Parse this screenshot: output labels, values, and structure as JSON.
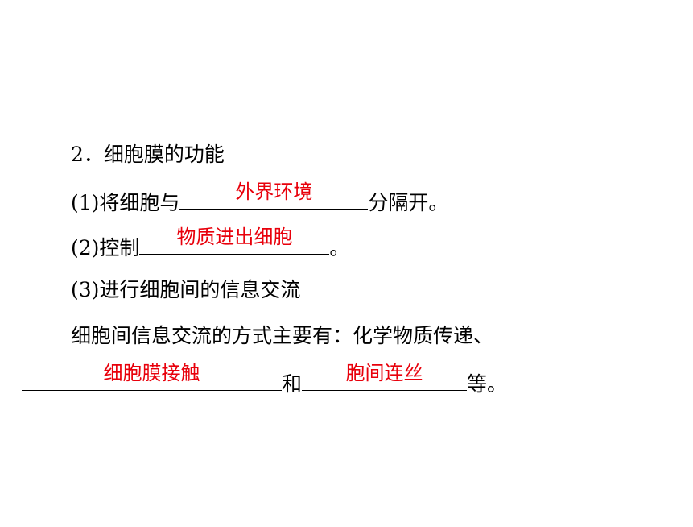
{
  "heading": "2．细胞膜的功能",
  "item1": {
    "prefix": "(1)将细胞与",
    "answer": "外界环境",
    "suffix": "分隔开。"
  },
  "item2": {
    "prefix": "(2)控制",
    "answer": "物质进出细胞",
    "suffix": "。"
  },
  "item3": {
    "text": "(3)进行细胞间的信息交流"
  },
  "info": {
    "intro": "细胞间信息交流的方式主要有：化学物质传递、",
    "answer1": "细胞膜接触",
    "connector": "和",
    "answer2": "胞间连丝",
    "suffix": "等。"
  }
}
